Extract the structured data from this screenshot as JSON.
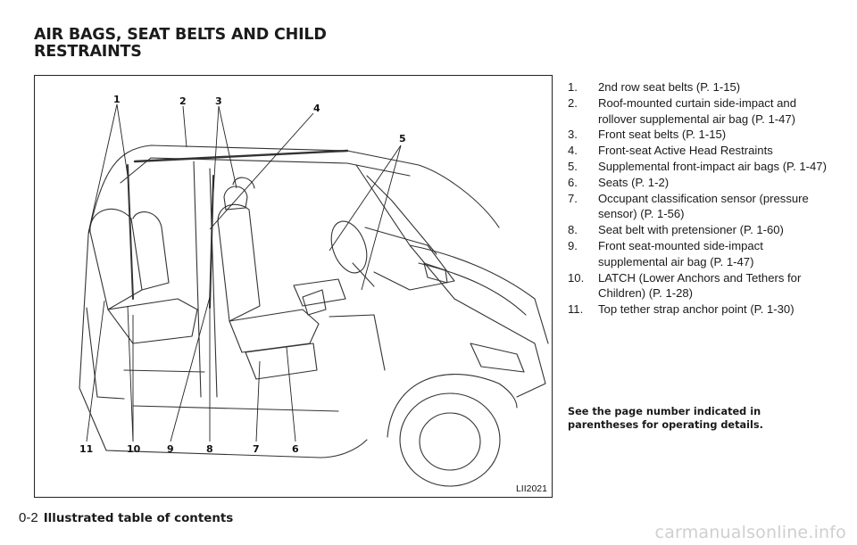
{
  "section_title": {
    "line1": "AIR BAGS, SEAT BELTS AND CHILD",
    "line2": "RESTRAINTS"
  },
  "figure": {
    "code": "LII2021",
    "callouts": [
      "1",
      "2",
      "3",
      "4",
      "5",
      "6",
      "7",
      "8",
      "9",
      "10",
      "11"
    ]
  },
  "legend": [
    {
      "num": "1.",
      "text": "2nd row seat belts (P. 1-15)"
    },
    {
      "num": "2.",
      "text": "Roof-mounted curtain side-impact and rollover supplemental air bag (P. 1-47)"
    },
    {
      "num": "3.",
      "text": "Front seat belts (P. 1-15)"
    },
    {
      "num": "4.",
      "text": "Front-seat Active Head Restraints"
    },
    {
      "num": "5.",
      "text": "Supplemental front-impact air bags (P. 1-47)"
    },
    {
      "num": "6.",
      "text": "Seats (P. 1-2)"
    },
    {
      "num": "7.",
      "text": "Occupant classification sensor (pressure sensor) (P. 1-56)"
    },
    {
      "num": "8.",
      "text": "Seat belt with pretensioner (P. 1-60)"
    },
    {
      "num": "9.",
      "text": "Front seat-mounted side-impact supplemental air bag (P. 1-47)"
    },
    {
      "num": "10.",
      "text": "LATCH (Lower Anchors and Tethers for Children) (P. 1-28)"
    },
    {
      "num": "11.",
      "text": "Top tether strap anchor point (P. 1-30)"
    }
  ],
  "note": "See the page number indicated in parentheses for operating details.",
  "footer": {
    "page_number": "0-2",
    "title": "Illustrated table of contents"
  },
  "watermark": "carmanualsonline.info"
}
